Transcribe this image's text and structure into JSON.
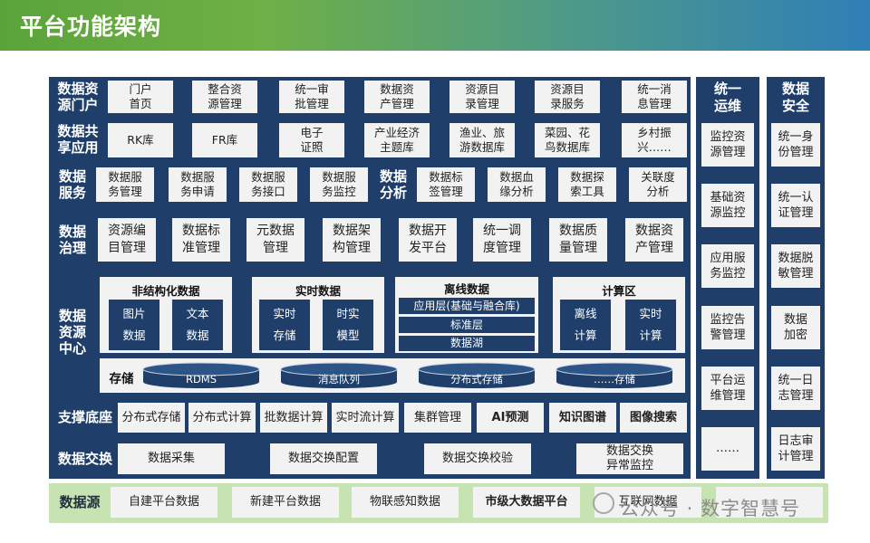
{
  "title": "平台功能架构",
  "rows": {
    "portal": {
      "label": "数据资源门户",
      "items": [
        "门户首页",
        "整合资源管理",
        "统一审批管理",
        "数据资产管理",
        "资源目录管理",
        "资源目录服务",
        "统一消息管理"
      ]
    },
    "sharing": {
      "label": "数据共享应用",
      "items": [
        "RK库",
        "FR库",
        "电子证照",
        "产业经济主题库",
        "渔业、旅游数据库",
        "菜园、花鸟数据库",
        "乡村振兴……"
      ]
    },
    "service": {
      "label": "数据服务",
      "items": [
        "数据服务管理",
        "数据服务申请",
        "数据服务接口",
        "数据服务监控"
      ]
    },
    "analysis": {
      "label": "数据分析",
      "items": [
        "数据标签管理",
        "数据血缘分析",
        "数据探索工具",
        "关联度分析"
      ]
    },
    "governance": {
      "label": "数据治理",
      "items": [
        "资源编目管理",
        "数据标准管理",
        "元数据管理",
        "数据架构管理",
        "数据开发平台",
        "统一调度管理",
        "数据质量管理",
        "数据资产管理"
      ]
    },
    "center": {
      "label": "数据资源中心",
      "unstructured": {
        "title": "非结构化数据",
        "items": [
          "图片数据",
          "文本数据"
        ]
      },
      "realtime": {
        "title": "实时数据",
        "items": [
          "实时存储",
          "时实模型"
        ]
      },
      "offline": {
        "title": "离线数据",
        "layers": [
          "应用层(基础与融合库)",
          "标准层",
          "数据湖"
        ]
      },
      "compute": {
        "title": "计算区",
        "items": [
          "离线计算",
          "实时计算"
        ]
      },
      "storage": {
        "label": "存储",
        "items": [
          "RDMS",
          "消息队列",
          "分布式存储",
          "……存储"
        ]
      }
    },
    "support": {
      "label": "支撑底座",
      "items": [
        "分布式存储",
        "分布式计算",
        "批数据计算",
        "实时流计算",
        "集群管理",
        "AI预测",
        "知识图谱",
        "图像搜索"
      ]
    },
    "exchange": {
      "label": "数据交换",
      "items": [
        "数据采集",
        "数据交换配置",
        "数据交换校验",
        "数据交换异常监控"
      ]
    },
    "sources": {
      "label": "数据源",
      "items": [
        "自建平台数据",
        "新建平台数据",
        "物联感知数据",
        "市级大数据平台",
        "互联网数据",
        ""
      ]
    }
  },
  "ops": {
    "title": "统一运维",
    "items": [
      "监控资源管理",
      "基础资源监控",
      "应用服务监控",
      "监控告警管理",
      "平台运维管理",
      "……"
    ]
  },
  "security": {
    "title": "数据安全",
    "items": [
      "统一身份管理",
      "统一认证管理",
      "数据脱敏管理",
      "数据加密",
      "统一日志管理",
      "日志审计管理"
    ]
  },
  "watermark": "公众号 · 数字智慧号",
  "colors": {
    "navy": "#1f3f6a",
    "light_cell": "#f2f2f2",
    "header_green": "#5aa43a",
    "header_blue": "#2f7fb7",
    "source_band": "#c8e3b2"
  }
}
